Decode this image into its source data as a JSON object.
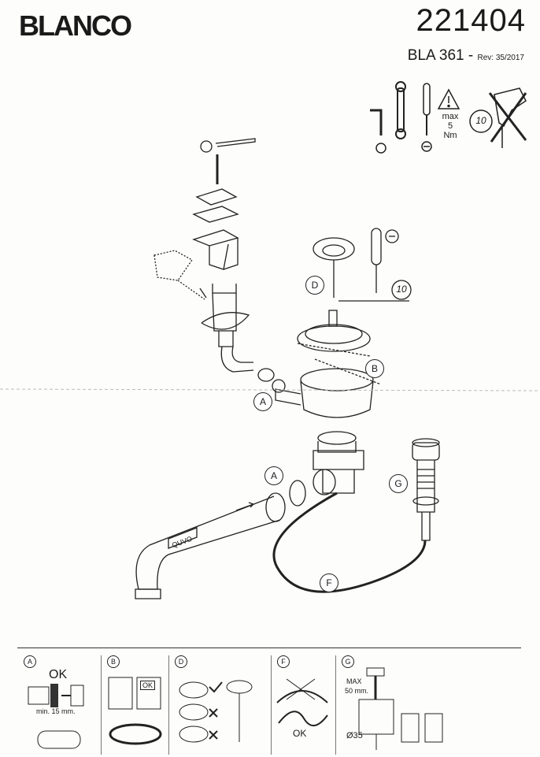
{
  "header": {
    "brand": "BLANCO",
    "model": "221404",
    "product": "BLA 361 -",
    "revision": "Rev: 35/2017"
  },
  "tools": {
    "warning_line1": "max",
    "warning_line2": "5 Nm",
    "coin": "10"
  },
  "callouts": {
    "a1": "A",
    "a2": "A",
    "b": "B",
    "d": "D",
    "f": "F",
    "g": "G",
    "coin": "10",
    "pipe_text": "QUVO"
  },
  "detail_panels": {
    "a": {
      "label": "A",
      "ok": "OK",
      "min": "min. 15 mm."
    },
    "b": {
      "label": "B",
      "ok": "OK"
    },
    "d": {
      "label": "D"
    },
    "f": {
      "label": "F",
      "ok": "OK"
    },
    "g": {
      "label": "G",
      "max": "MAX",
      "max_value": "50 mm.",
      "diameter": "Ø35"
    }
  }
}
